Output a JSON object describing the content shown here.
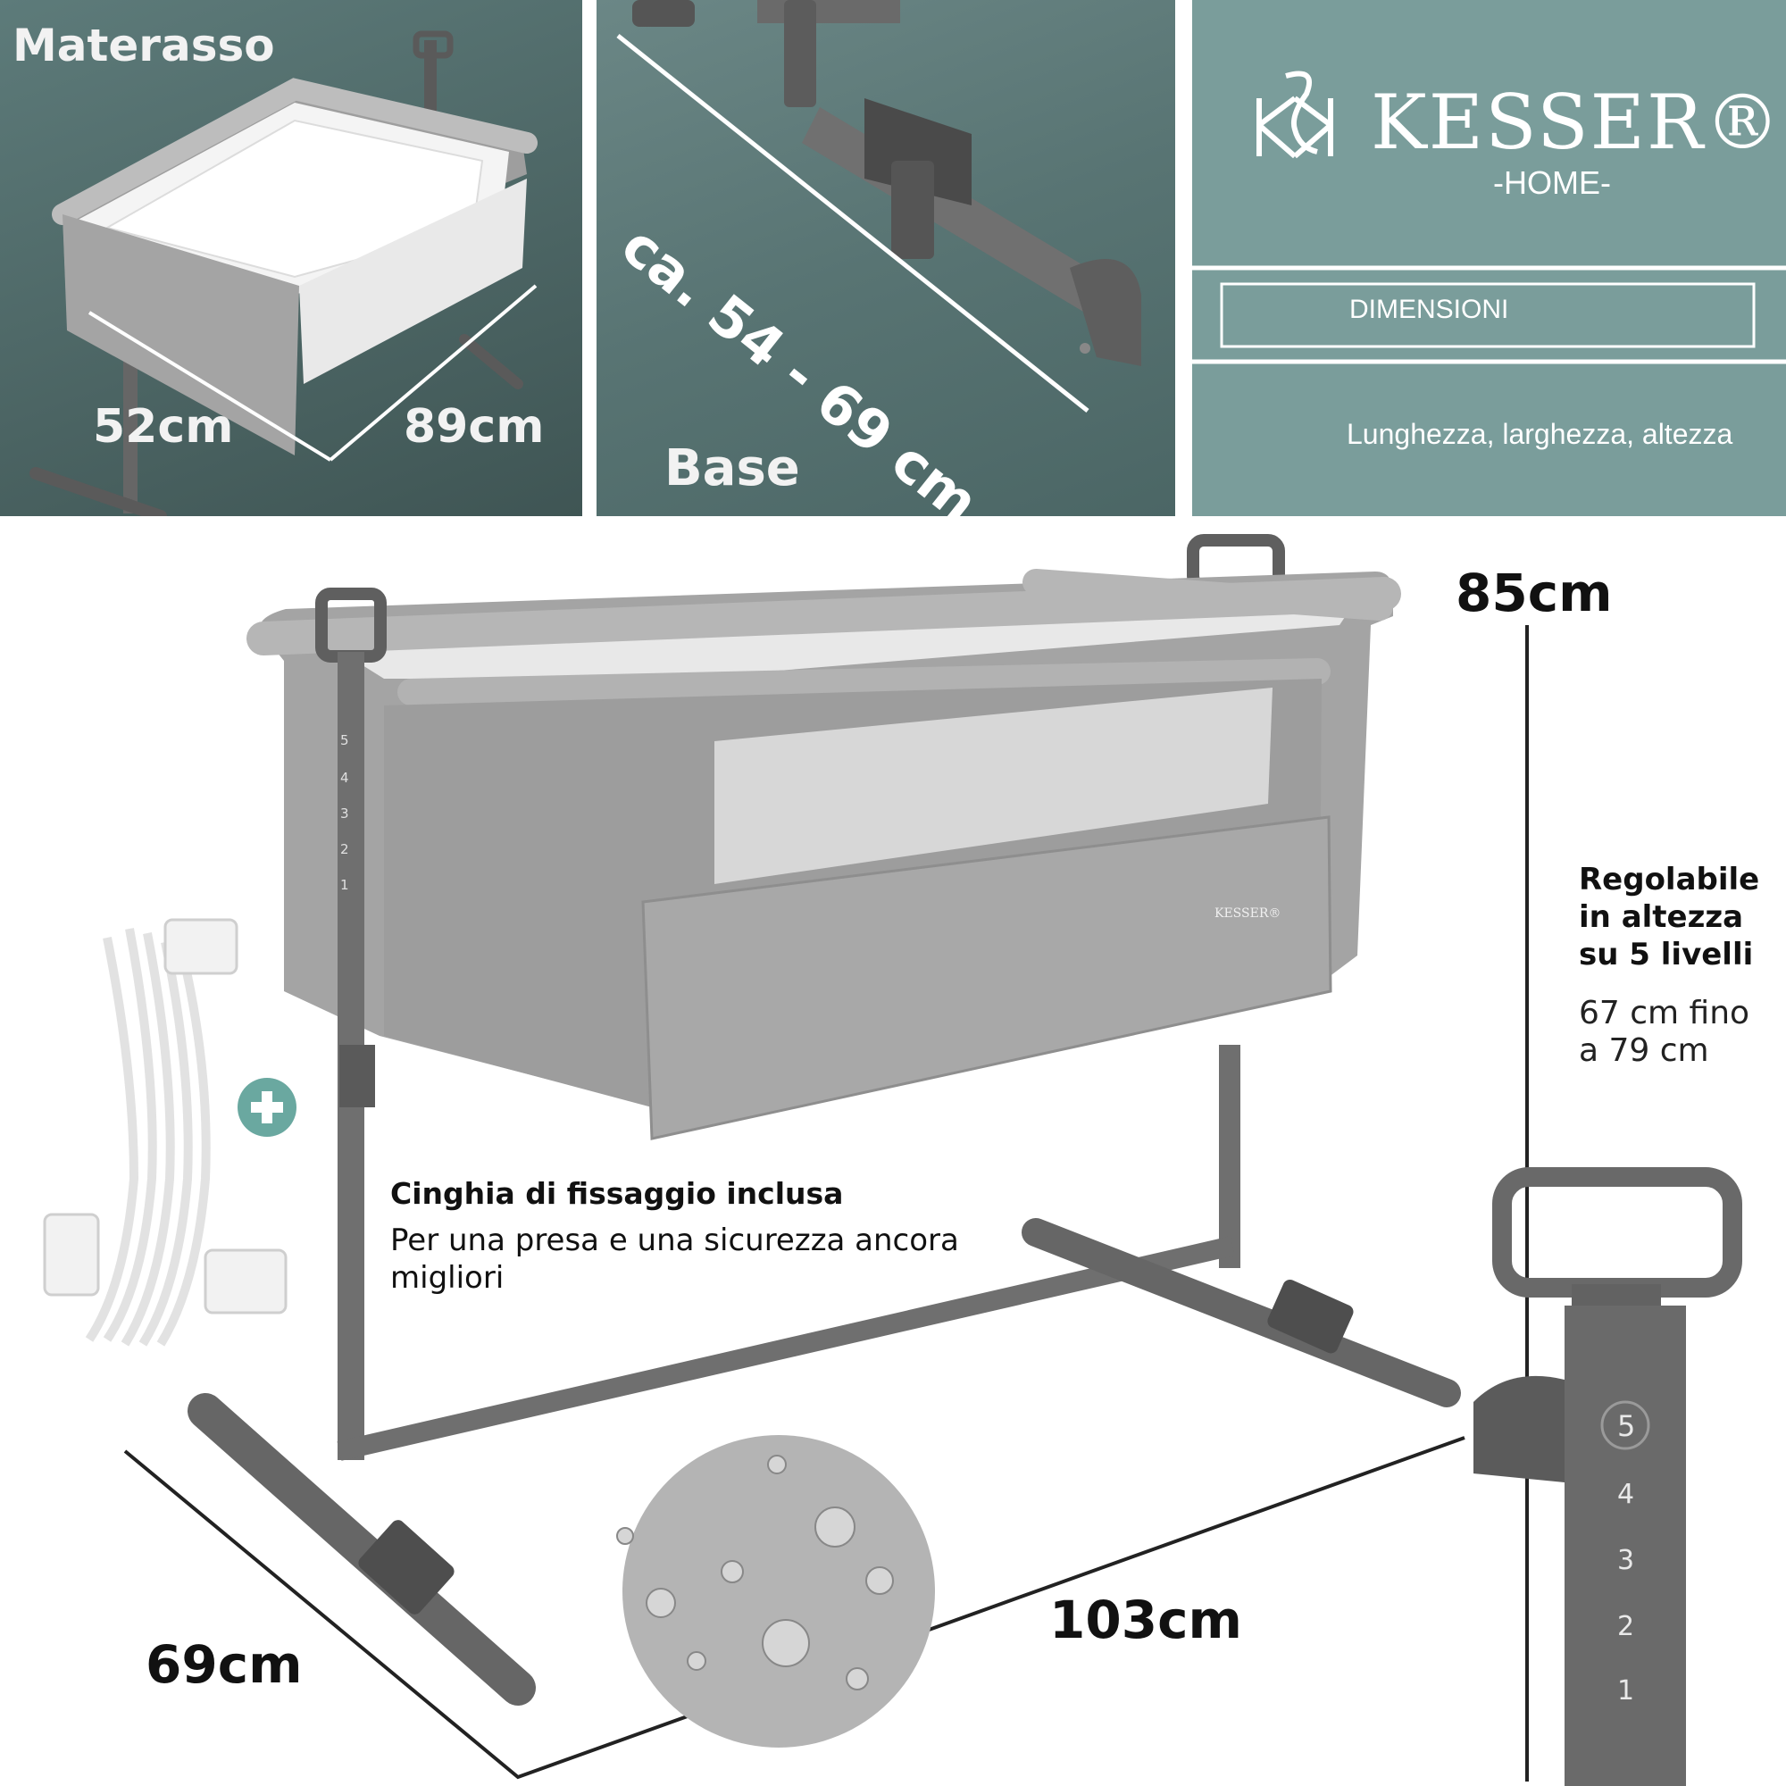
{
  "panels": {
    "materasso": {
      "title": "Materasso",
      "width_label": "52cm",
      "length_label": "89cm"
    },
    "base": {
      "title": "Base",
      "range_label": "ca. 54 - 69 cm"
    },
    "brand": {
      "brand_name": "KESSER®",
      "brand_sub": "-HOME-",
      "section_title": "DIMENSIONI",
      "section_subtitle": "Lunghezza, larghezza, altezza"
    }
  },
  "main": {
    "height_label": "85cm",
    "width_label": "103cm",
    "depth_label": "69cm",
    "height_adjust": {
      "title_lines": [
        "Regolabile",
        "in altezza",
        "su 5 livelli"
      ],
      "range_lines": [
        "67 cm fino",
        "a 79 cm"
      ]
    },
    "strap": {
      "title": "Cinghia di fissaggio inclusa",
      "desc_lines": [
        "Per una presa e una sicurezza ancora",
        "migliori"
      ]
    },
    "leg_levels": [
      "5",
      "4",
      "3",
      "2",
      "1"
    ],
    "crib_levels": [
      "5",
      "4",
      "3",
      "2",
      "1"
    ],
    "crib_logo": "KESSER®"
  },
  "colors": {
    "teal_dark": "#4b6463",
    "teal_brand": "#7a9d9b",
    "fabric": "#a8a8a8",
    "frame": "#6f6f6f",
    "strap_plus": "#6aa8a0"
  }
}
